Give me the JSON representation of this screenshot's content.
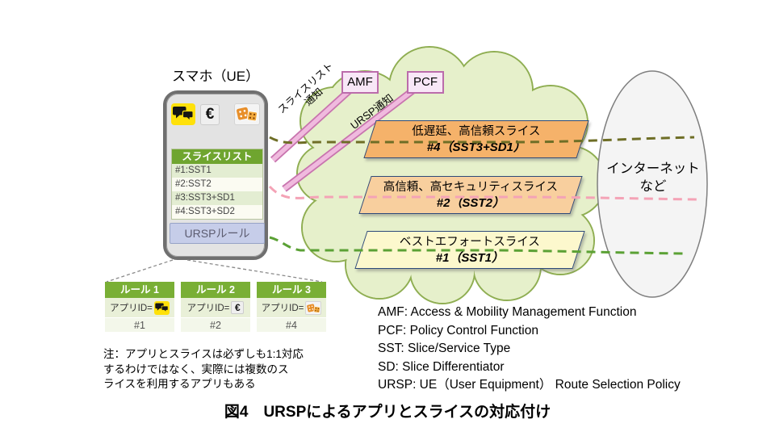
{
  "page": {
    "title": "図4　URSPによるアプリとスライスの対応付け"
  },
  "phone": {
    "label": "スマホ（UE）",
    "slice_list": {
      "header": "スライスリスト",
      "items": [
        "#1:SST1",
        "#2:SST2",
        "#3:SST3+SD1",
        "#4:SST3+SD2"
      ]
    },
    "ursp_box": "URSPルール"
  },
  "network": {
    "amf": "AMF",
    "pcf": "PCF",
    "slice_list_notify": "スライスリスト\n通知",
    "ursp_notify": "URSP通知",
    "internet": "インターネット\nなど"
  },
  "slices": [
    {
      "name": "低遅延、高信頼スライス",
      "id": "#4（SST3+SD1）",
      "fill": "#f5b26a"
    },
    {
      "name": "高信頼、高セキュリティスライス",
      "id": "#2（SST2）",
      "fill": "#f8cf9e"
    },
    {
      "name": "ベストエフォートスライス",
      "id": "#1（SST1）",
      "fill": "#fcf8cd"
    }
  ],
  "rules": [
    {
      "header": "ルール 1",
      "app_label": "アプリID=",
      "icon": "chat-icon",
      "slice_no": "#1"
    },
    {
      "header": "ルール 2",
      "app_label": "アプリID=",
      "icon": "euro-icon",
      "slice_no": "#2"
    },
    {
      "header": "ルール 3",
      "app_label": "アプリID=",
      "icon": "dice-icon",
      "slice_no": "#4"
    }
  ],
  "icons": {
    "euro": "€"
  },
  "note": "注：アプリとスライスは必ずしも1:1対応\nするわけではなく、実際には複数のス\nライスを利用するアプリもある",
  "legend": [
    "AMF: Access & Mobility Management Function",
    "PCF: Policy Control Function",
    "SST: Slice/Service Type",
    "SD: Slice Differentiator",
    "URSP: UE（User Equipment） Route Selection Policy"
  ],
  "colors": {
    "cloud_fill": "#e6f0cb",
    "cloud_stroke": "#8fae52",
    "line_olive": "#6e6e26",
    "line_pink": "#f4a3b6",
    "line_green": "#5ba135",
    "bar_pink": "#f0bade",
    "bar_pink_edge": "#c874ae",
    "header_green": "#79af35",
    "amf_pcf_border": "#bb6cab",
    "slice_border": "#2e4a7a"
  }
}
